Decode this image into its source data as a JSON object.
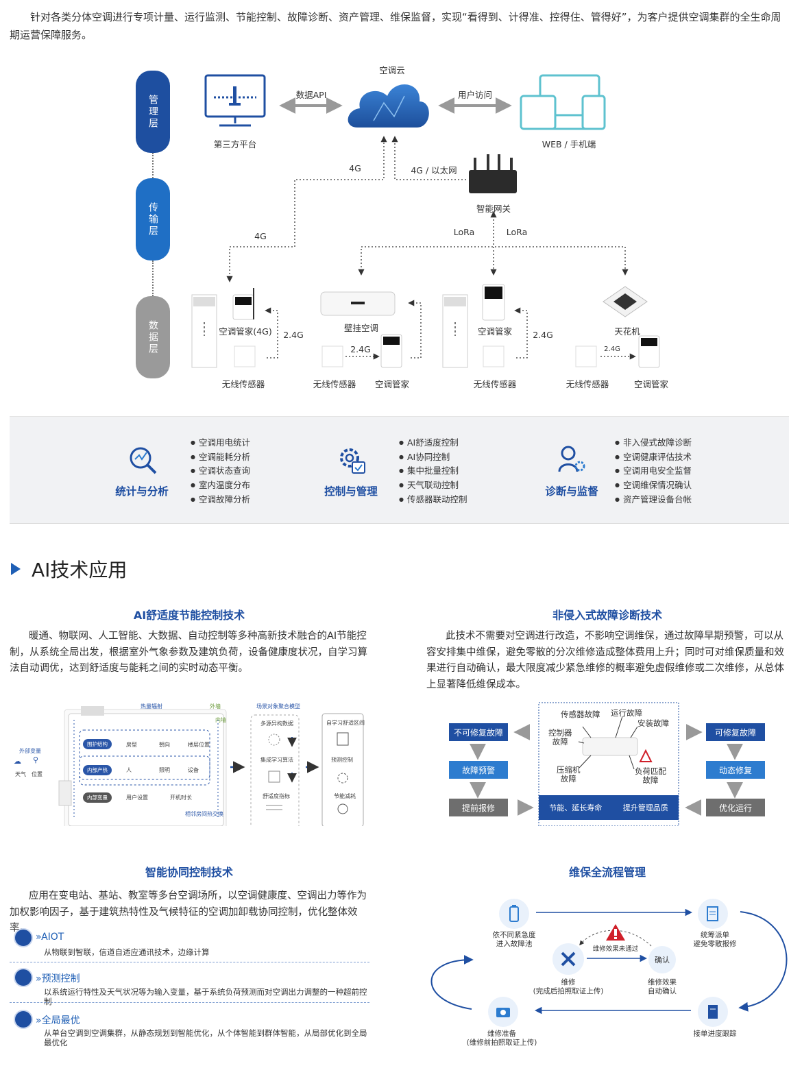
{
  "intro": "针对各类分体空调进行专项计量、运行监测、节能控制、故障诊断、资产管理、维保监督，实现“看得到、计得准、控得住、管得好”，为客户提供空调集群的全生命周期运营保障服务。",
  "layers": {
    "mgmt": "管理层",
    "trans": "传输层",
    "data": "数据层"
  },
  "arch": {
    "third_party": "第三方平台",
    "data_api": "数据API",
    "cloud": "空调云",
    "user_access": "用户访问",
    "web_mobile": "WEB / 手机端",
    "link_4g_a": "4G",
    "link_4g_eth": "4G / 以太网",
    "gateway": "智能网关",
    "link_4g_b": "4G",
    "lora_a": "LoRa",
    "lora_b": "LoRa",
    "steward_4g": "空调管家(4G)",
    "wall_ac": "壁挂空调",
    "steward_a": "空调管家",
    "ceiling_ac": "天花机",
    "g24_a": "2.4G",
    "g24_b": "2.4G",
    "g24_c": "2.4G",
    "g24_d": "2.4G",
    "sensor_a": "无线传感器",
    "sensor_b": "无线传感器",
    "steward_b": "空调管家",
    "sensor_c": "无线传感器",
    "sensor_d": "无线传感器",
    "steward_c": "空调管家"
  },
  "features": [
    {
      "title": "统计与分析",
      "items": [
        "空调用电统计",
        "空调能耗分析",
        "空调状态查询",
        "室内温度分布",
        "空调故障分析"
      ]
    },
    {
      "title": "控制与管理",
      "items": [
        "AI舒适度控制",
        "AI协同控制",
        "集中批量控制",
        "天气联动控制",
        "传感器联动控制"
      ]
    },
    {
      "title": "诊断与监督",
      "items": [
        "非入侵式故障诊断",
        "空调健康评估技术",
        "空调用电安全监督",
        "空调维保情况确认",
        "资产管理设备台帐"
      ]
    }
  ],
  "section_title": "AI技术应用",
  "comfort": {
    "title": "AI舒适度节能控制技术",
    "text": "暖通、物联网、人工智能、大数据、自动控制等多种高新技术融合的AI节能控制，从系统全局出发，根据室外气象参数及建筑负荷，设备健康度状况，自学习算法自动调优，达到舒适度与能耗之间的实时动态平衡。",
    "diagram": {
      "outside_vars": "外部变量",
      "weather": "天气",
      "location": "位置",
      "heat_radiation": "热量辐射",
      "outer_wall": "外墙",
      "inner_wall": "内墙",
      "tag_envelope": "围护结构",
      "room_type": "房型",
      "orientation": "朝向",
      "floor_pos": "楼层位置",
      "tag_internal_heat": "内部产热",
      "person": "人",
      "lighting": "照明",
      "equipment": "设备",
      "tag_internal_vars": "内部变量",
      "user_setting": "用户设置",
      "on_duration": "开机时长",
      "adjacent_heat": "相邻房间热交换",
      "scene_model": "场景对象聚合模型",
      "multi_source": "多源异构数据",
      "ensemble": "集成学习算法",
      "comfort_index": "舒适度指标",
      "self_learn": "自学习舒适区间",
      "predictive": "预测控制",
      "energy_saving": "节能减耗"
    }
  },
  "fault": {
    "title": "非侵入式故障诊断技术",
    "text": "此技术不需要对空调进行改造，不影响空调维保，通过故障早期预警，可以从容安排集中维保，避免零散的分次维修造成整体费用上升；同时可对维保质量和效果进行自动确认，最大限度减少紧急维修的概率避免虚假维修或二次维修，从总体上显著降低维保成本。",
    "irreparable": "不可修复故障",
    "warning": "故障预警",
    "report": "提前报修",
    "repairable": "可修复故障",
    "dynamic_repair": "动态修复",
    "optimize": "优化运行",
    "sensor_fault": "传感器故障",
    "run_fault": "运行故障",
    "install_fault": "安装故障",
    "controller_fault": "控制器\n故障",
    "compressor_fault": "压缩机\n故障",
    "load_fault": "负荷匹配\n故障",
    "bottom_left": "节能、延长寿命",
    "bottom_right": "提升管理品质"
  },
  "collab": {
    "title": "智能协同控制技术",
    "text": "应用在变电站、基站、教室等多台空调场所，以空调健康度、空调出力等作为加权影响因子，基于建筑热特性及气候特征的空调加卸载协同控制，优化整体效率。",
    "items": [
      {
        "title": "AIOT",
        "desc": "从物联到智联，信道自适应通讯技术，边缘计算"
      },
      {
        "title": "预测控制",
        "desc": "以系统运行特性及天气状况等为输入变量，基于系统负荷预测而对空调出力调整的一种超前控制"
      },
      {
        "title": "全局最优",
        "desc": "从单台空调到空调集群，从静态规划到智能优化，从个体智能到群体智能，从局部优化到全局最优化"
      }
    ]
  },
  "maint": {
    "title": "维保全流程管理",
    "pool": "依不同紧急度\n进入故障池",
    "dispatch": "统筹派单\n避免零散报修",
    "fail": "维修效果未通过",
    "repair": "维修\n(完成后拍照取证上传)",
    "confirm_circle": "确认",
    "confirm": "维修效果\n自动确认",
    "prepare": "维修准备\n(维修前拍照取证上传)",
    "track": "接单进度跟踪"
  },
  "colors": {
    "primary": "#1f4fa2",
    "accent": "#2d7ccf",
    "gray": "#6e6e6e"
  }
}
